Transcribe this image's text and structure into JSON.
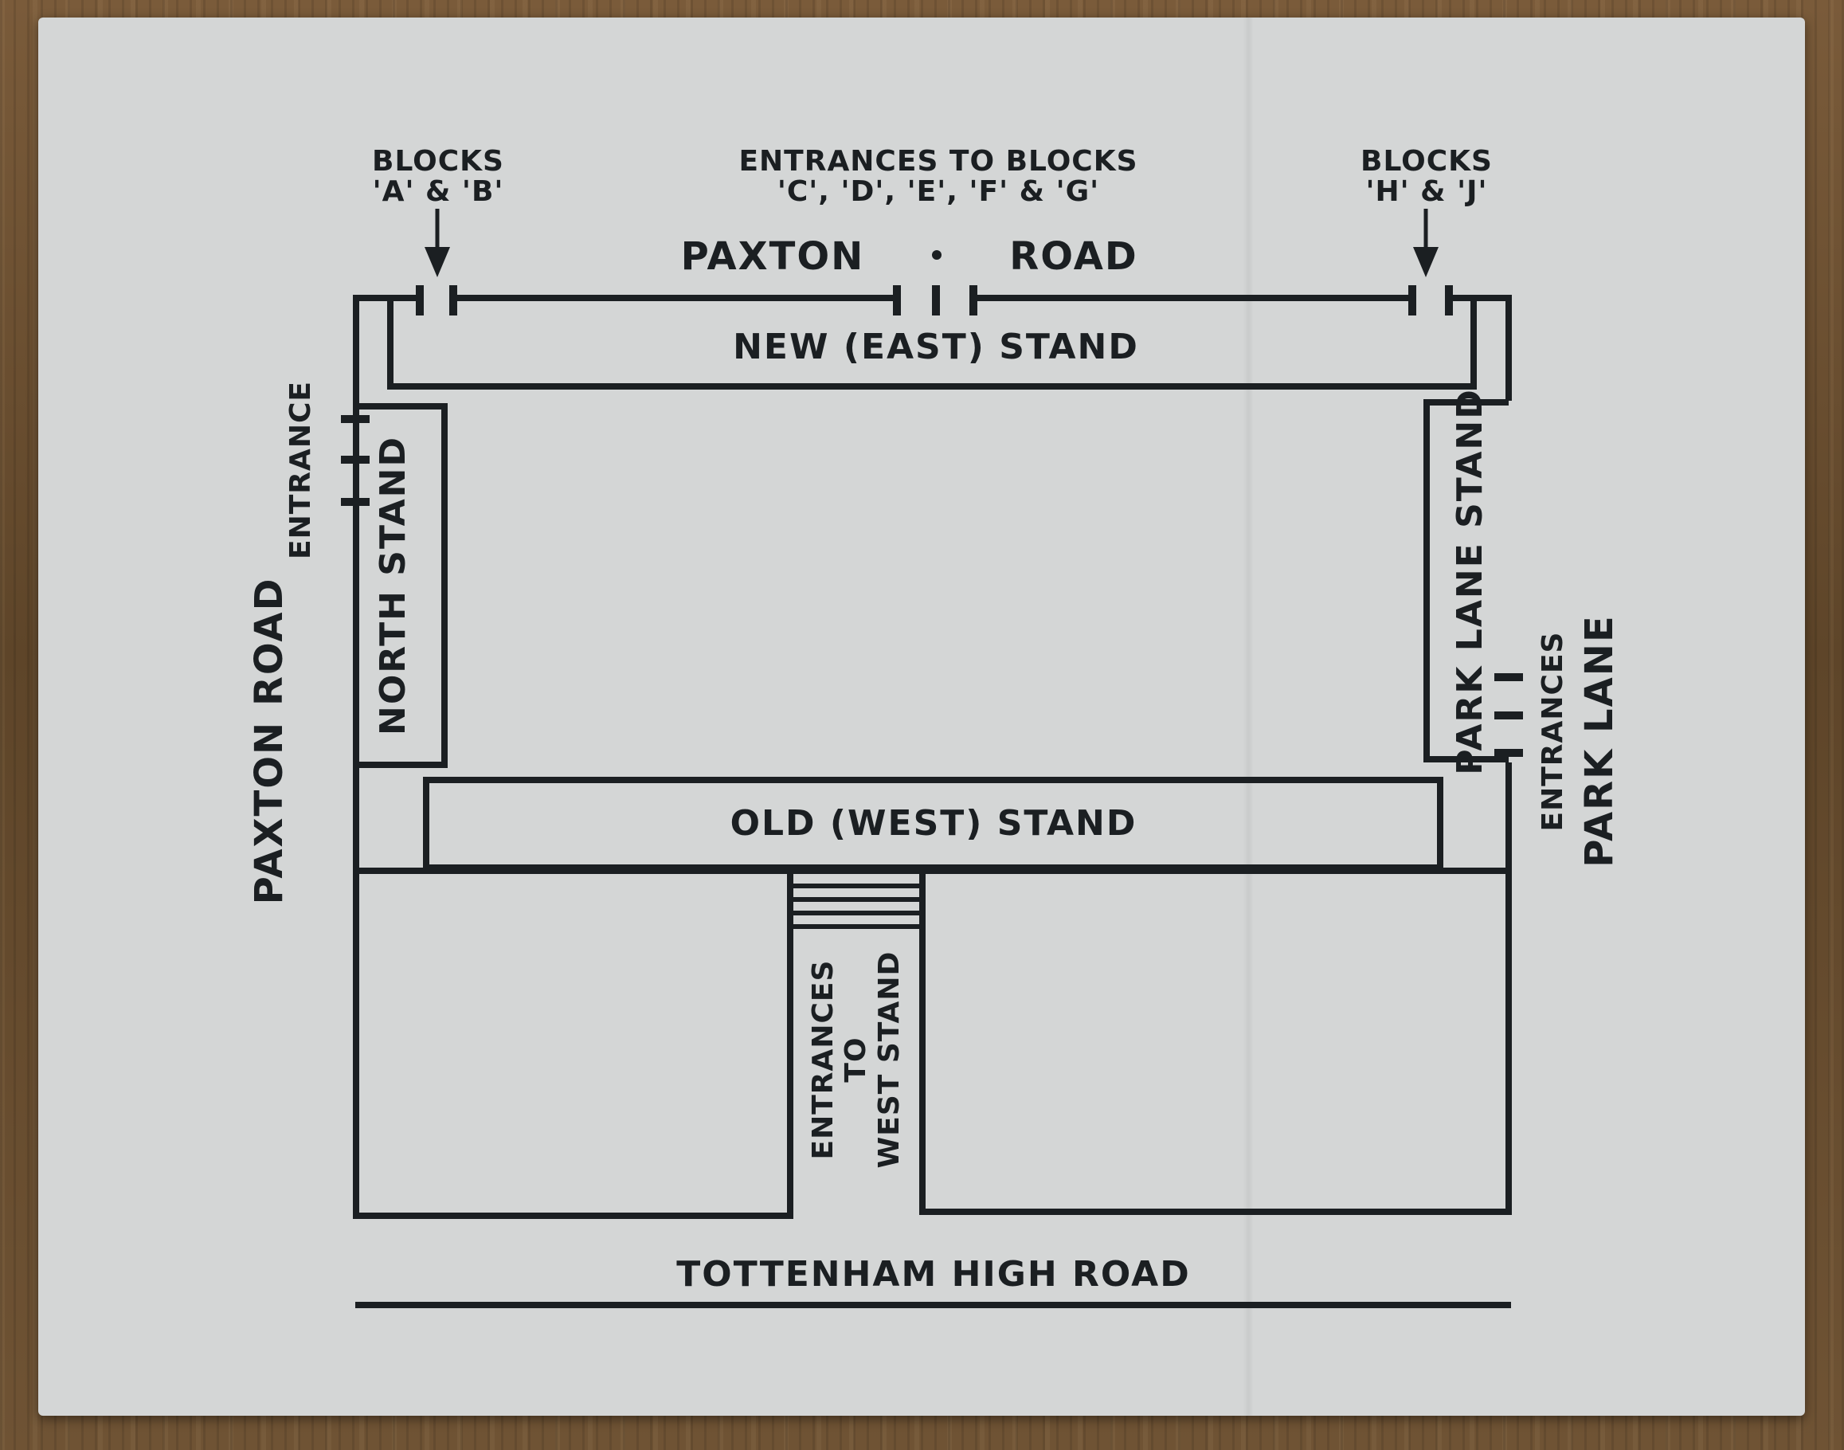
{
  "labels": {
    "blocks_ab_line1": "BLOCKS",
    "blocks_ab_line2": "'A' & 'B'",
    "entrances_blocks_line1": "ENTRANCES TO BLOCKS",
    "entrances_blocks_line2": "'C', 'D', 'E',  'F' & 'G'",
    "blocks_hj_line1": "BLOCKS",
    "blocks_hj_line2": "'H' & 'J'",
    "paxton": "PAXTON",
    "road": "ROAD",
    "new_east_stand": "NEW (EAST) STAND",
    "paxton_road_side": "PAXTON ROAD",
    "entrance_left": "ENTRANCE",
    "north_stand": "NORTH STAND",
    "park_lane_stand": "PARK LANE STAND",
    "entrances_right": "ENTRANCES",
    "park_lane": "PARK LANE",
    "old_west_stand": "OLD (WEST) STAND",
    "entrances_west_line1": "ENTRANCES",
    "entrances_west_line2": "TO",
    "entrances_west_line3": "WEST STAND",
    "tottenham_high_road": "TOTTENHAM HIGH ROAD"
  },
  "colors": {
    "ink": "#1b1f22",
    "card": "#d4d6d6"
  }
}
